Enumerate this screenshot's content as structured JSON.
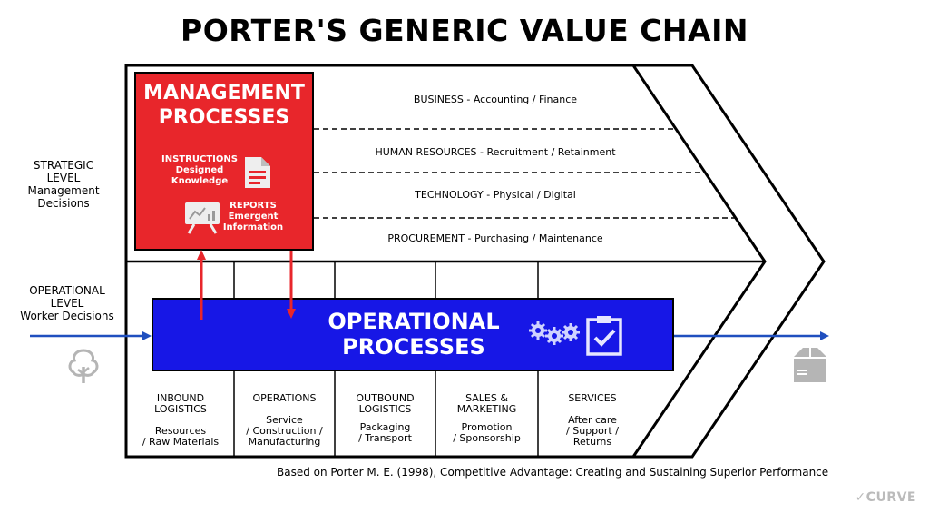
{
  "title": "PORTER'S GENERIC VALUE CHAIN",
  "levels": {
    "strategic": [
      "STRATEGIC",
      "LEVEL",
      "Management Decisions"
    ],
    "operational": [
      "OPERATIONAL",
      "LEVEL",
      "Worker Decisions"
    ]
  },
  "support_activities": [
    "BUSINESS - Accounting / Finance",
    "HUMAN RESOURCES - Recruitment / Retainment",
    "TECHNOLOGY - Physical / Digital",
    "PROCUREMENT - Purchasing / Maintenance"
  ],
  "management": {
    "title_line1": "MANAGEMENT",
    "title_line2": "PROCESSES",
    "instructions": [
      "INSTRUCTIONS",
      "Designed",
      "Knowledge"
    ],
    "reports": [
      "REPORTS",
      "Emergent",
      "Information"
    ]
  },
  "operational": {
    "title_line1": "OPERATIONAL",
    "title_line2": "PROCESSES"
  },
  "primary_activities": [
    {
      "head": [
        "INBOUND",
        "LOGISTICS"
      ],
      "sub": [
        "Resources",
        "/ Raw Materials"
      ]
    },
    {
      "head": [
        "OPERATIONS"
      ],
      "sub": [
        "Service",
        "/ Construction /",
        "Manufacturing"
      ]
    },
    {
      "head": [
        "OUTBOUND",
        "LOGISTICS"
      ],
      "sub": [
        "Packaging",
        "/ Transport"
      ]
    },
    {
      "head": [
        "SALES &",
        "MARKETING"
      ],
      "sub": [
        "Promotion",
        "/ Sponsorship"
      ]
    },
    {
      "head": [
        "SERVICES"
      ],
      "sub": [
        "After care",
        "/ Support /",
        "Returns"
      ]
    }
  ],
  "citation": "Based on Porter M. E. (1998), Competitive Advantage: Creating and Sustaining Superior Performance",
  "brand": "✓CURVE",
  "colors": {
    "management": "#e8262b",
    "operational": "#1717e6",
    "flow": "#1f4fbf",
    "icon_gray": "#b5b5b5"
  }
}
